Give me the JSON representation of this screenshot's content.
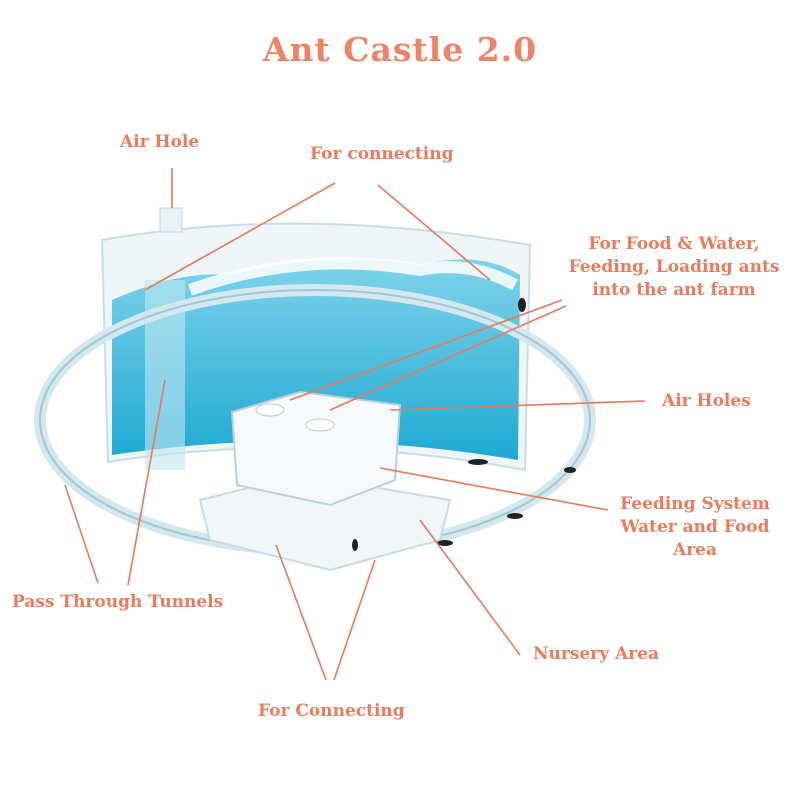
{
  "title": "Ant Castle 2.0",
  "labels": {
    "air_hole": "Air Hole",
    "for_connecting_top": "For connecting",
    "food_water": [
      "For Food & Water,",
      "Feeding, Loading ants",
      "into the ant farm"
    ],
    "air_holes": "Air Holes",
    "feeding_system": [
      "Feeding System",
      "Water and Food",
      "Area"
    ],
    "pass_through": "Pass Through Tunnels",
    "nursery": "Nursery Area",
    "for_connecting_bottom": "For Connecting"
  },
  "colors": {
    "label": "#ec7b5c",
    "water": "#3fb8d8",
    "line": "#e8795a"
  }
}
